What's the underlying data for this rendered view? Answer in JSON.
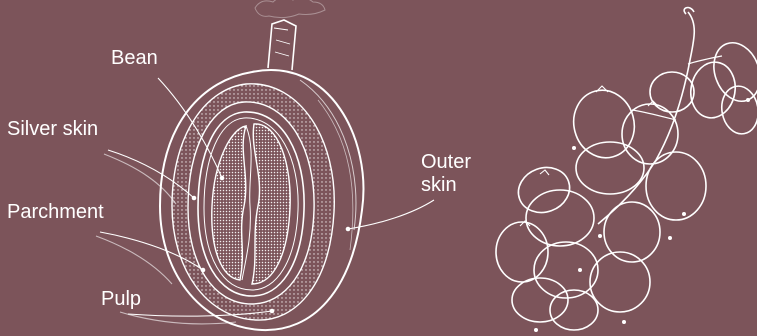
{
  "diagram": {
    "labels": {
      "bean": "Bean",
      "silver_skin": "Silver skin",
      "parchment": "Parchment",
      "pulp": "Pulp",
      "outer_skin": "Outer skin"
    },
    "colors": {
      "background": "#7c545a",
      "line": "#ffffff"
    },
    "icons": [
      "coffee-cherry-cross-section-illustration",
      "coffee-cherry-branch-illustration"
    ]
  }
}
